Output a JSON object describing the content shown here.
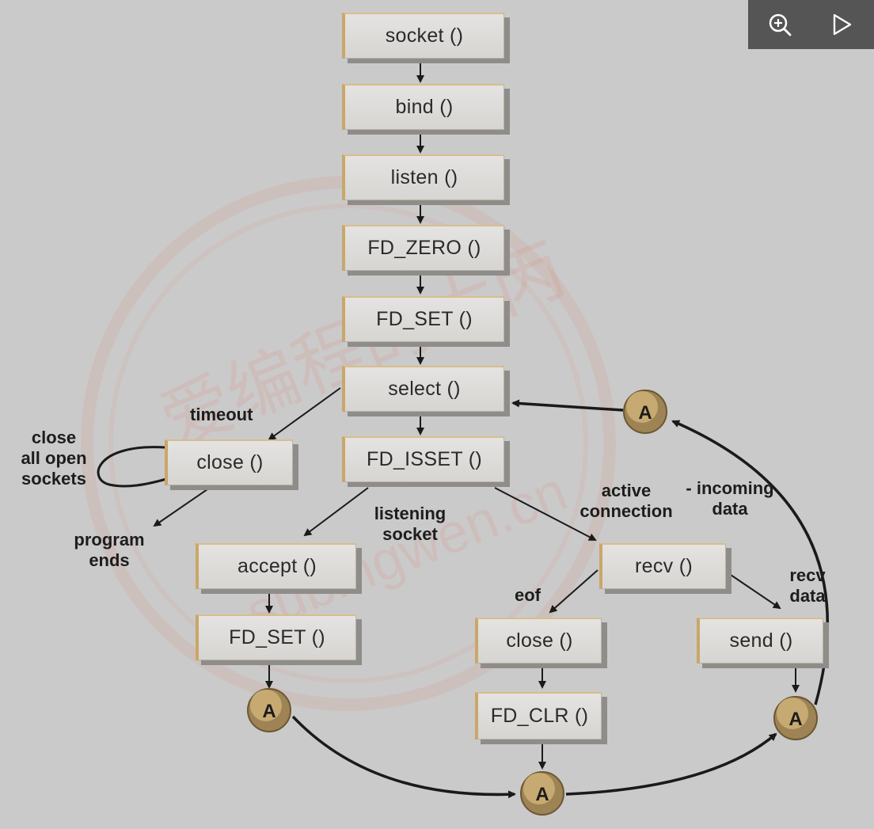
{
  "toolbar": {
    "zoom_icon": "zoom-in-icon",
    "play_icon": "play-icon"
  },
  "watermark": {
    "text": "爱编程的大丙",
    "domain": "subingwen.cn"
  },
  "boxes": {
    "socket": "socket ()",
    "bind": "bind ()",
    "listen": "listen ()",
    "fd_zero": "FD_ZERO ()",
    "fd_set_top": "FD_SET ()",
    "select": "select ()",
    "close_left": "close ()",
    "fd_isset": "FD_ISSET ()",
    "accept": "accept ()",
    "fd_set_left": "FD_SET ()",
    "recv": "recv ()",
    "close_mid": "close ()",
    "fd_clr": "FD_CLR ()",
    "send": "send ()"
  },
  "labels": {
    "timeout": "timeout",
    "close_all": "close\nall open\nsockets",
    "program_ends": "program\nends",
    "listening_socket": "listening\nsocket",
    "active_connection": "active\nconnection",
    "incoming_data": "- incoming\ndata",
    "eof": "eof",
    "recv_data": "recv\ndata"
  },
  "connector": "A",
  "colors": {
    "box_accent": "#c9a66a",
    "connector": "#b79960",
    "arrow": "#1a1a1a",
    "watermark": "#d7826e"
  }
}
